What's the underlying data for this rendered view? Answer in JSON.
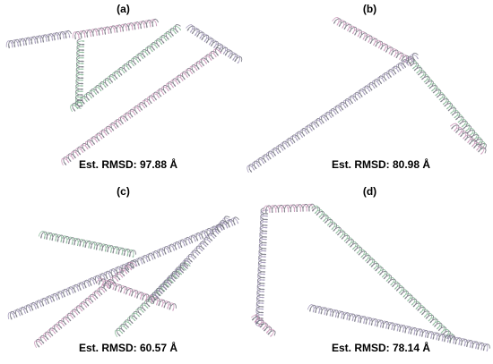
{
  "panels": [
    {
      "label": "(a)",
      "rmsd": "Est. RMSD: 97.88 Å"
    },
    {
      "label": "(b)",
      "rmsd": "Est. RMSD: 80.98 Å"
    },
    {
      "label": "(c)",
      "rmsd": "Est. RMSD: 60.57 Å"
    },
    {
      "label": "(d)",
      "rmsd": "Est. RMSD: 78.14 Å"
    }
  ],
  "colors": {
    "helix_a": "#9a8fb3",
    "helix_b": "#c58fb4",
    "helix_c": "#7fb38f",
    "ink": "#000000"
  }
}
